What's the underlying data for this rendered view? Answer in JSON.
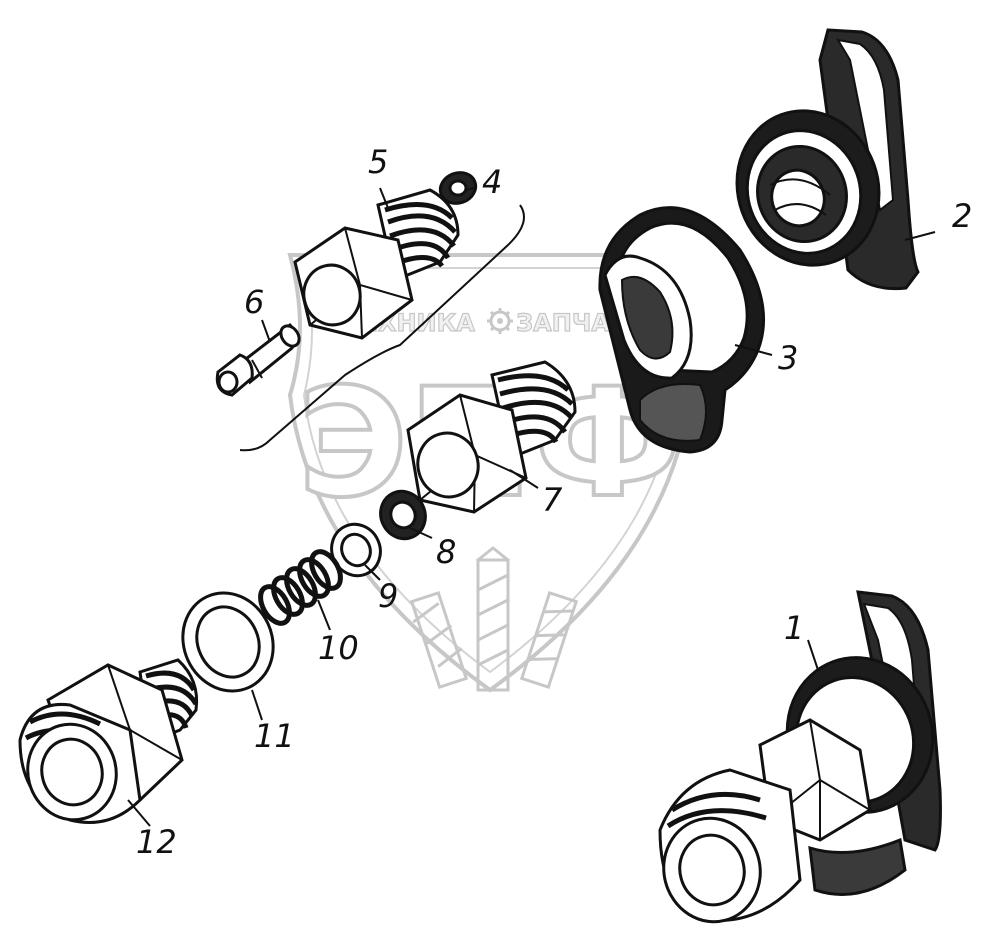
{
  "colors": {
    "ink": "#111111",
    "paper": "#ffffff",
    "watermark_stroke": "#9a9a9a",
    "watermark_fill": "#eeeeee"
  },
  "watermark": {
    "line_1": "ТЕХНИКА",
    "line_2": "ЗАПЧАСТИ",
    "logo": "ЭПФ",
    "gear_icon": "gear-icon"
  },
  "callouts": {
    "p1": "1",
    "p2": "2",
    "p3": "3",
    "p4": "4",
    "p5": "5",
    "p6": "6",
    "p7": "7",
    "p8": "8",
    "p9": "9",
    "p10": "10",
    "p11": "11",
    "p12": "12"
  }
}
